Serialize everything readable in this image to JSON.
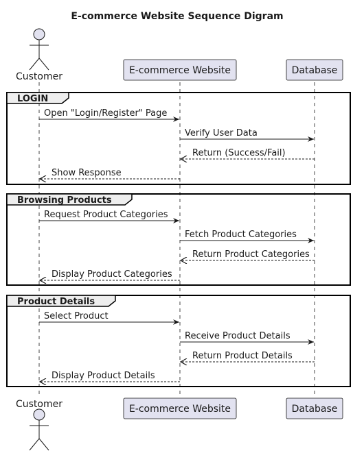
{
  "title": "E-commerce Website Sequence Digram",
  "participants": [
    {
      "id": "customer",
      "label": "Customer",
      "kind": "actor"
    },
    {
      "id": "web",
      "label": "E-commerce Website",
      "kind": "box"
    },
    {
      "id": "db",
      "label": "Database",
      "kind": "box"
    }
  ],
  "fragments": [
    {
      "label": "LOGIN",
      "messages": [
        {
          "from": "customer",
          "to": "web",
          "text": "Open \"Login/Register\" Page",
          "style": "solid"
        },
        {
          "from": "web",
          "to": "db",
          "text": "Verify User Data",
          "style": "solid"
        },
        {
          "from": "db",
          "to": "web",
          "text": "Return (Success/Fail)",
          "style": "dashed"
        },
        {
          "from": "web",
          "to": "customer",
          "text": "Show Response",
          "style": "dashed"
        }
      ]
    },
    {
      "label": "Browsing Products",
      "messages": [
        {
          "from": "customer",
          "to": "web",
          "text": "Request Product Categories",
          "style": "solid"
        },
        {
          "from": "web",
          "to": "db",
          "text": "Fetch Product Categories",
          "style": "solid"
        },
        {
          "from": "db",
          "to": "web",
          "text": "Return Product Categories",
          "style": "dashed"
        },
        {
          "from": "web",
          "to": "customer",
          "text": "Display Product Categories",
          "style": "dashed"
        }
      ]
    },
    {
      "label": "Product Details",
      "messages": [
        {
          "from": "customer",
          "to": "web",
          "text": "Select Product",
          "style": "solid"
        },
        {
          "from": "web",
          "to": "db",
          "text": "Receive Product Details",
          "style": "solid"
        },
        {
          "from": "db",
          "to": "web",
          "text": "Return Product Details",
          "style": "dashed"
        },
        {
          "from": "web",
          "to": "customer",
          "text": "Display Product Details",
          "style": "dashed"
        }
      ]
    }
  ],
  "colors": {
    "participant_fill": "#e2e2f0",
    "participant_border": "#181818",
    "line": "#181818",
    "fragment_header_fill": "#eeeeee"
  }
}
